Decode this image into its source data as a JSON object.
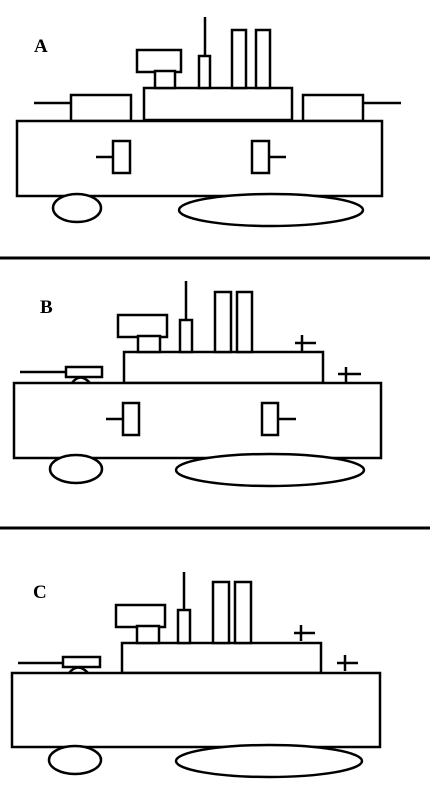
{
  "panels": [
    {
      "label": "A"
    },
    {
      "label": "B"
    },
    {
      "label": "C"
    }
  ],
  "colors": {
    "stroke": "#000000",
    "background": "#ffffff"
  }
}
